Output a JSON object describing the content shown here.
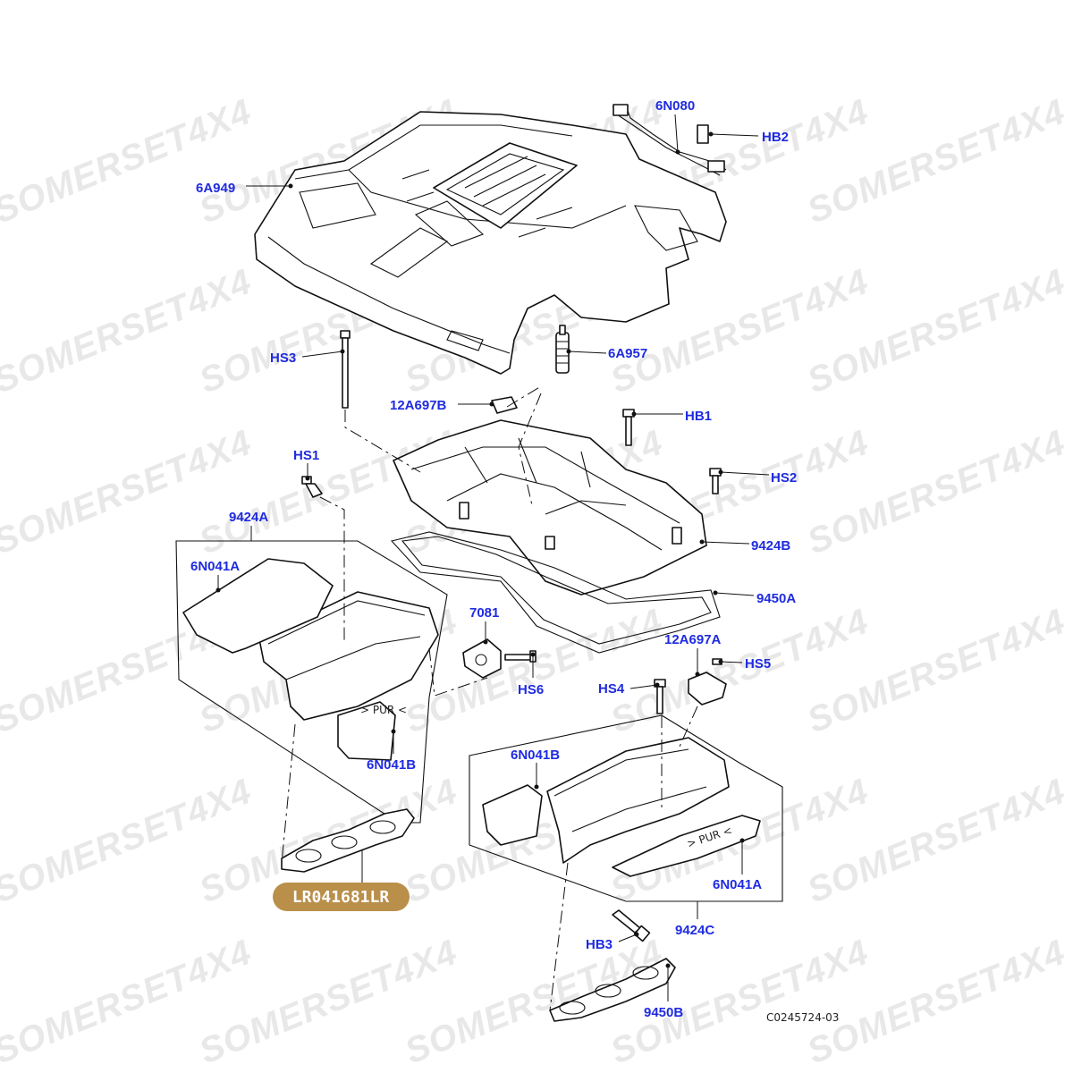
{
  "watermark": "SOMERSET4X4",
  "reference": "C0245724-03",
  "highlight": {
    "label": "LR041681LR",
    "color": "#b98f4a"
  },
  "labels": {
    "6N080": "6N080",
    "HB2": "HB2",
    "6A949": "6A949",
    "HS3": "HS3",
    "6A957": "6A957",
    "12A697B": "12A697B",
    "HB1": "HB1",
    "HS1": "HS1",
    "HS2": "HS2",
    "9424A": "9424A",
    "9424B": "9424B",
    "6N041A_top": "6N041A",
    "9450A": "9450A",
    "7081": "7081",
    "12A697A": "12A697A",
    "HS5": "HS5",
    "HS6": "HS6",
    "HS4": "HS4",
    "6N041B_left": "6N041B",
    "6N041B_right": "6N041B",
    "6N041A_bottom": "6N041A",
    "9424C": "9424C",
    "HB3": "HB3",
    "9450B": "9450B"
  },
  "colors": {
    "label": "#1f2be0",
    "line": "#111111",
    "watermark": "#d6d6d6"
  }
}
